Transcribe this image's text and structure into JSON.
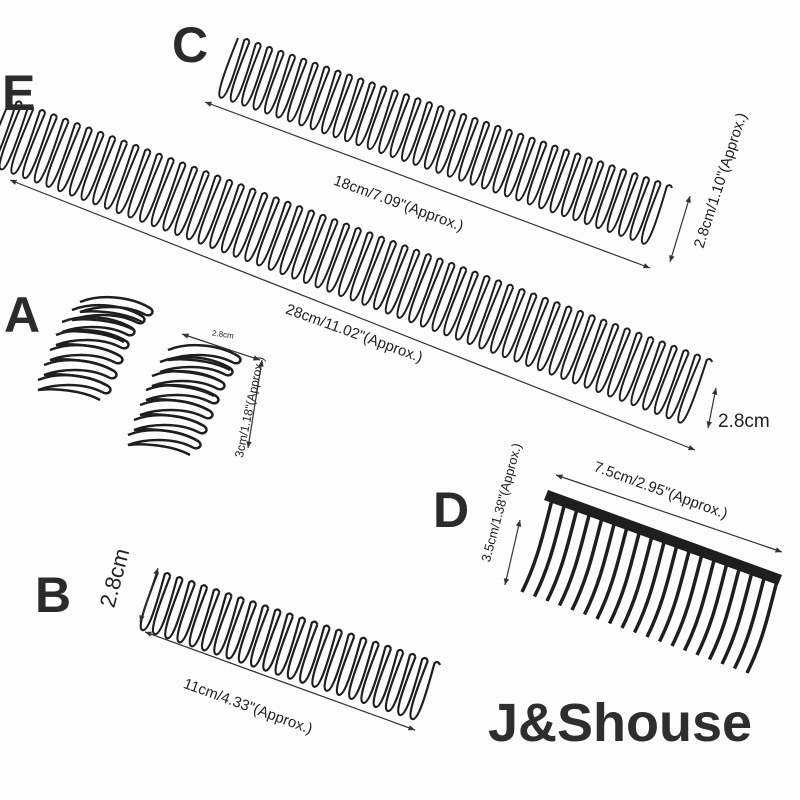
{
  "labels": {
    "a": "A",
    "b": "B",
    "c": "C",
    "d": "D",
    "e": "E"
  },
  "dimensions": {
    "c_length": "18cm/7.09\"(Approx.)",
    "c_height": "2.8cm/1.10\"(Approx.)",
    "e_length": "28cm/11.02\"(Approx.)",
    "e_height": "2.8cm",
    "a_width": "2.8cm",
    "a_height": "3cm/1.18\"(Approx.)",
    "d_height": "3.5cm/1.38\"(Approx.)",
    "d_width": "7.5cm/2.95\"(Approx.)",
    "b_height": "2.8cm",
    "b_length": "11cm/4.33\"(Approx.)"
  },
  "brand": "J&Shouse",
  "colors": {
    "metal": "#1e1e1e",
    "text": "#222222",
    "background": "#fdfdfd"
  }
}
